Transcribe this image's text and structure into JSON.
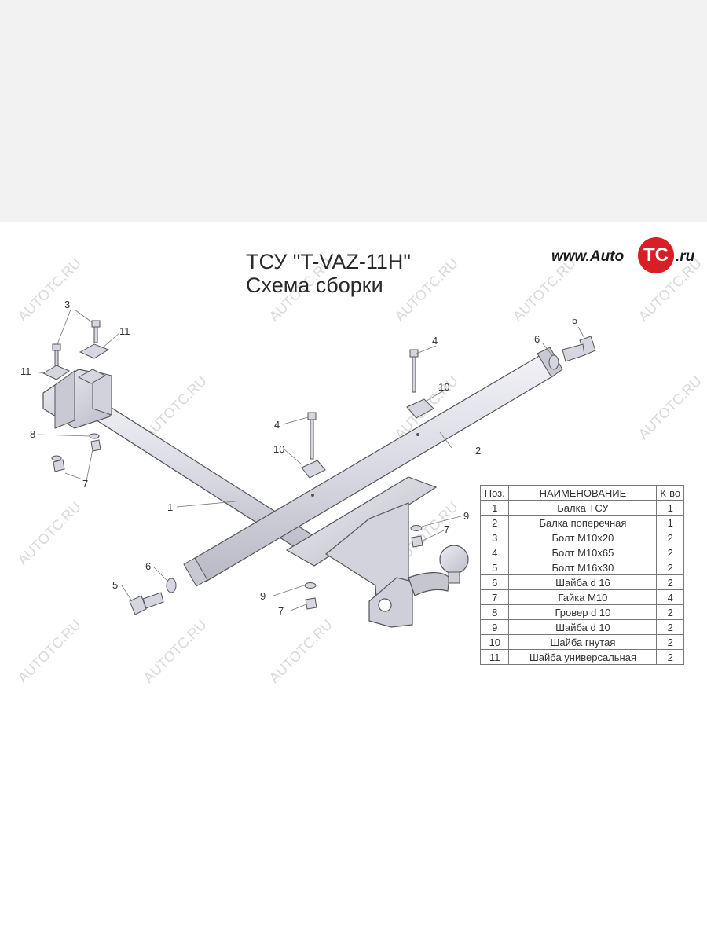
{
  "title": {
    "line1": "ТСУ \"T-VAZ-11H\"",
    "line2": "Схема сборки"
  },
  "brand": {
    "www": "www.Auto",
    "circle": "TC",
    "ru": ".ru"
  },
  "watermark": "AUTOTC.RU",
  "callouts": {
    "c1": "1",
    "c2": "2",
    "c3": "3",
    "c4a": "4",
    "c4b": "4",
    "c5a": "5",
    "c5b": "5",
    "c6a": "6",
    "c6b": "6",
    "c7a": "7",
    "c7b": "7",
    "c7c": "7",
    "c8": "8",
    "c9a": "9",
    "c9b": "9",
    "c10a": "10",
    "c10b": "10",
    "c11a": "11",
    "c11b": "11"
  },
  "table": {
    "headers": {
      "pos": "Поз.",
      "name": "НАИМЕНОВАНИЕ",
      "qty": "К-во"
    },
    "rows": [
      {
        "pos": "1",
        "name": "Балка ТСУ",
        "qty": "1"
      },
      {
        "pos": "2",
        "name": "Балка поперечная",
        "qty": "1"
      },
      {
        "pos": "3",
        "name": "Болт М10х20",
        "qty": "2"
      },
      {
        "pos": "4",
        "name": "Болт М10х65",
        "qty": "2"
      },
      {
        "pos": "5",
        "name": "Болт М16х30",
        "qty": "2"
      },
      {
        "pos": "6",
        "name": "Шайба d 16",
        "qty": "2"
      },
      {
        "pos": "7",
        "name": "Гайка  М10",
        "qty": "4"
      },
      {
        "pos": "8",
        "name": "Гровер d 10",
        "qty": "2"
      },
      {
        "pos": "9",
        "name": "Шайба d 10",
        "qty": "2"
      },
      {
        "pos": "10",
        "name": "Шайба гнутая",
        "qty": "2"
      },
      {
        "pos": "11",
        "name": "Шайба универсальная",
        "qty": "2"
      }
    ]
  },
  "colors": {
    "part_fill": "#dcdce6",
    "part_stroke": "#555555",
    "brand_red": "#d81f26"
  }
}
